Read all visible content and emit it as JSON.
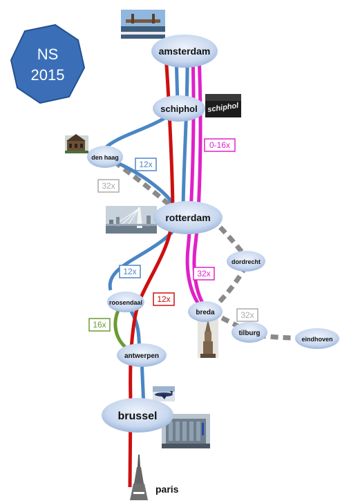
{
  "badge": {
    "line1": "NS",
    "line2": "2015",
    "color": "#3a6fb8"
  },
  "colors": {
    "red": "#cc1010",
    "blue": "#4a86c5",
    "magenta": "#e020c8",
    "green": "#6a9a30",
    "gray": "#8a8a8a",
    "gray_label": "#aaaaaa"
  },
  "stations": {
    "amsterdam": "amsterdam",
    "schiphol": "schiphol",
    "den_haag": "den haag",
    "rotterdam": "rotterdam",
    "dordrecht": "dordrecht",
    "roosendaal": "roosendaal",
    "breda": "breda",
    "tilburg": "tilburg",
    "eindhoven": "eindhoven",
    "antwerpen": "antwerpen",
    "brussel": "brussel",
    "paris": "paris"
  },
  "frequencies": {
    "magenta_amsterdam_rotterdam": "0-16x",
    "blue_schiphol_rotterdam": "12x",
    "gray_denhaag_eindhoven": "32x",
    "blue_rotterdam_roosendaal": "12x",
    "red_rotterdam_antwerpen": "12x",
    "magenta_rotterdam_breda": "32x",
    "gray_breda_tilburg": "32x",
    "green_roosendaal_antwerpen": "16x"
  },
  "photos": {
    "amsterdam_bridge": "bridge-photo",
    "schiphol_sign": "schiphol",
    "den_haag_building": "building-photo",
    "rotterdam_bridge": "bridge-photo",
    "breda_church": "church-photo",
    "brussels_plane": "plane-photo",
    "brussels_eu": "eu-building-photo",
    "paris_eiffel": "eiffel-tower-photo"
  }
}
